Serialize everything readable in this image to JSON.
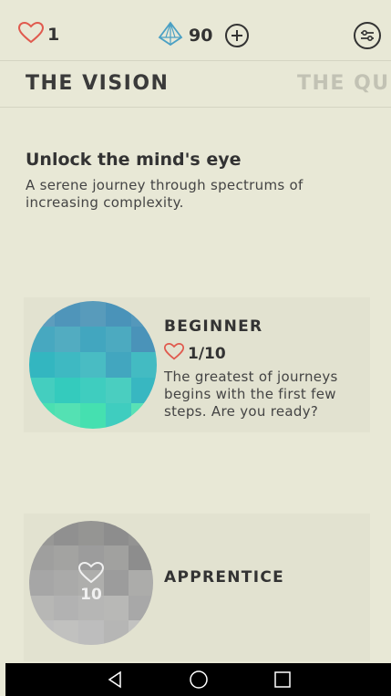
{
  "header": {
    "lives": "1",
    "gems": "90"
  },
  "tabs": [
    "THE VISION",
    "THE QUE"
  ],
  "intro": {
    "title": "Unlock the mind's eye",
    "text": "A serene journey through spectrums of increasing complexity."
  },
  "levels": [
    {
      "name": "BEGINNER",
      "score": "1/10",
      "description": "The greatest of journeys begins with the first few steps. Are you ready?"
    },
    {
      "name": "APPRENTICE",
      "unlock_cost": "10"
    }
  ],
  "colors": {
    "background": "#e8e8d6",
    "heart": "#e05a4e",
    "gem": "#4aa0c4",
    "beginner_orb": [
      "#4a93b9",
      "#3da4be",
      "#33b6c0",
      "#34cbbd",
      "#45e0b0"
    ],
    "apprentice_orb": [
      "#8d8d8d",
      "#9a9a9a",
      "#a6a6a6",
      "#b2b2b2",
      "#bdbdbd"
    ],
    "navbar": "#000000"
  },
  "icons": [
    "heart-icon",
    "gem-icon",
    "plus-icon",
    "settings-icon",
    "back-icon",
    "home-icon",
    "recents-icon"
  ]
}
